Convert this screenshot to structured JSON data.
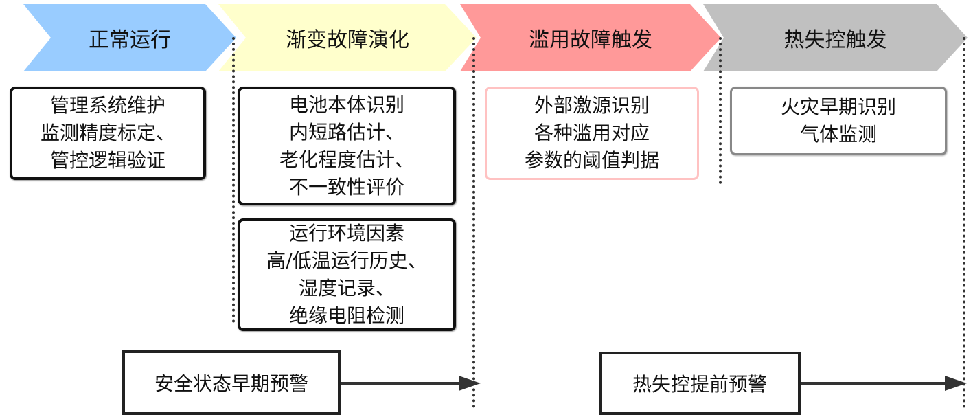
{
  "stages": [
    {
      "label": "正常运行",
      "color": "#99ccff"
    },
    {
      "label": "渐变故障演化",
      "color": "#ffffcc"
    },
    {
      "label": "滥用故障触发",
      "color": "#ff9999"
    },
    {
      "label": "热失控触发",
      "color": "#c0c0c0"
    }
  ],
  "boxes": {
    "normal": [
      "管理系统维护",
      "监测精度标定、",
      "管控逻辑验证"
    ],
    "gradual_battery": [
      "电池本体识别",
      "内短路估计、",
      "老化程度估计、",
      "不一致性评价"
    ],
    "gradual_env": [
      "运行环境因素",
      "高/低温运行历史、",
      "湿度记录、",
      "绝缘电阻检测"
    ],
    "abuse": [
      "外部激源识别",
      "各种滥用对应",
      "参数的阈值判据"
    ],
    "thermal": [
      "火灾早期识别",
      "气体监测"
    ]
  },
  "warnings": {
    "early": "安全状态早期预警",
    "thermal": "热失控提前预警"
  }
}
